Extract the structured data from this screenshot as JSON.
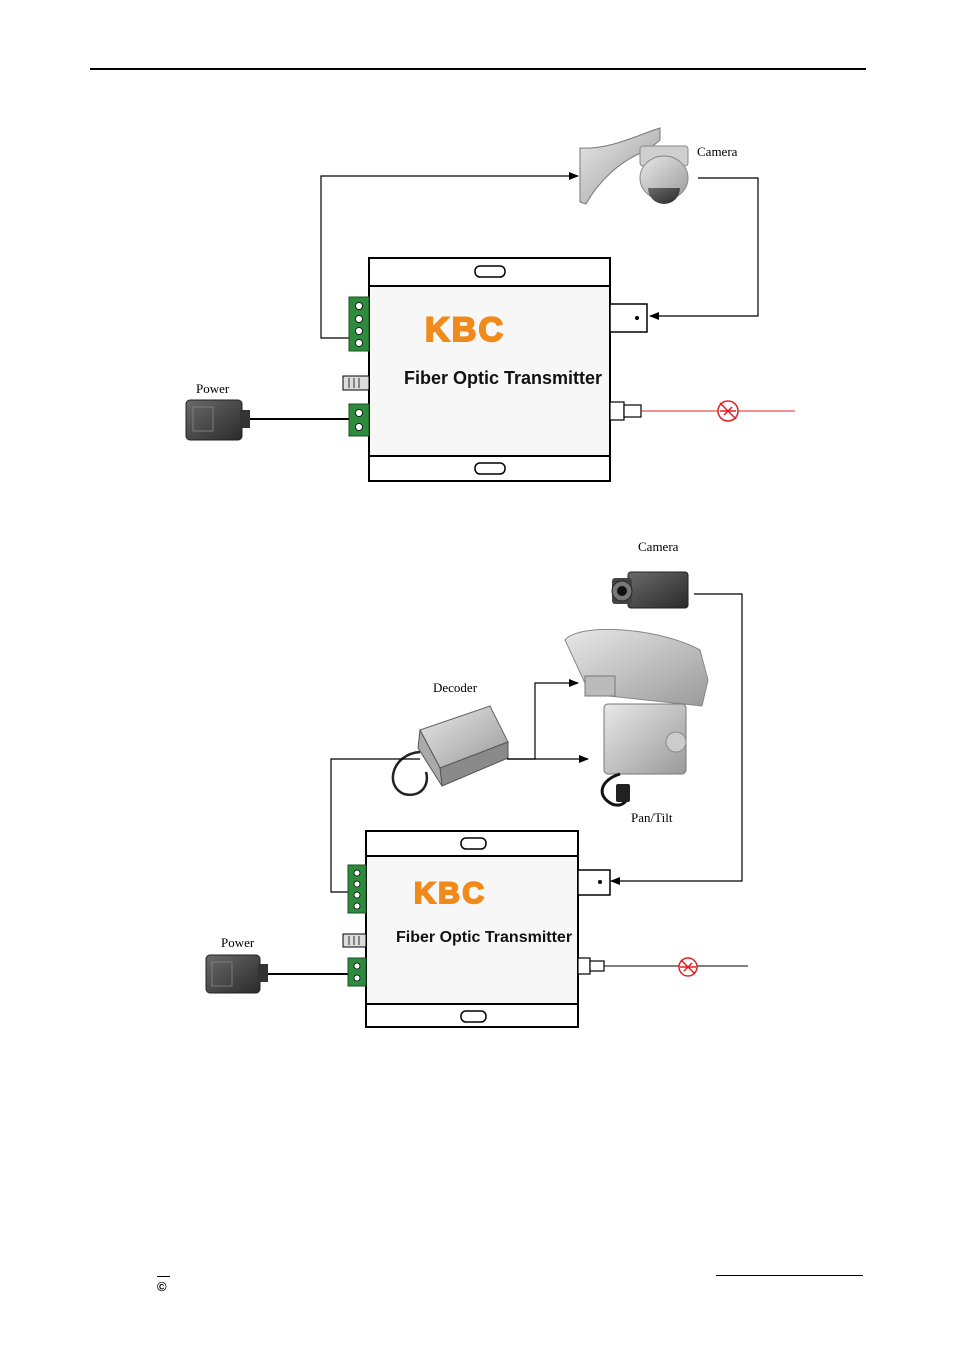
{
  "page": {
    "footer_symbol": "©"
  },
  "diagram1": {
    "camera_label": "Camera",
    "power_label": "Power",
    "device_logo": "KBC",
    "device_title": "Fiber Optic Transmitter",
    "fiber_color": "#e02020"
  },
  "diagram2": {
    "camera_label": "Camera",
    "decoder_label": "Decoder",
    "pantilt_label": "Pan/Tilt",
    "power_label": "Power",
    "device_logo": "KBC",
    "device_title": "Fiber Optic Transmitter",
    "fiber_color": "#e02020"
  },
  "colors": {
    "terminal_green": "#2e8b3e",
    "logo_orange": "#f08a1a",
    "device_panel": "#f7f7f7"
  },
  "icons": [
    "dome-camera-icon",
    "box-camera-icon",
    "camera-housing-icon",
    "pan-tilt-icon",
    "decoder-icon",
    "power-adapter-icon",
    "bnc-connector-icon",
    "fiber-connector-icon",
    "fiber-break-icon"
  ]
}
